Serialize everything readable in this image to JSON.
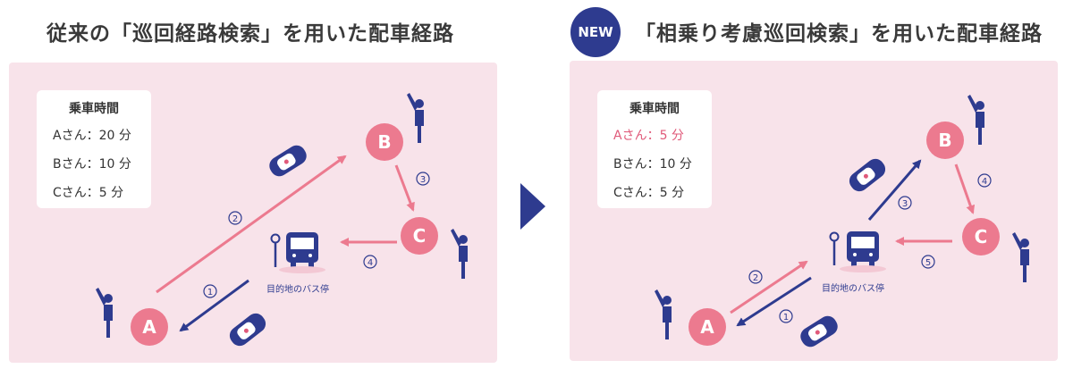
{
  "left": {
    "title": "従来の「巡回経路検索」を用いた配車経路",
    "legend_title": "乗車時間",
    "legend": [
      "Aさん：20 分",
      "Bさん：10 分",
      "Cさん：5 分"
    ],
    "stop_label": "目的地のバス停",
    "nodes": [
      "A",
      "B",
      "C"
    ],
    "steps": [
      "1",
      "2",
      "3",
      "4"
    ]
  },
  "right": {
    "badge": "NEW",
    "title": "「相乗り考慮巡回検索」を用いた配車経路",
    "legend_title": "乗車時間",
    "legend": [
      "Aさん：5 分",
      "Bさん：10 分",
      "Cさん：5 分"
    ],
    "stop_label": "目的地のバス停",
    "nodes": [
      "A",
      "B",
      "C"
    ],
    "steps": [
      "1",
      "2",
      "3",
      "4",
      "5"
    ]
  },
  "colors": {
    "panel": "#f8e3ea",
    "node": "#ec7a8f",
    "navy": "#2e3b8f",
    "pink_arrow": "#ec7a8f",
    "highlight": "#e05a7a"
  },
  "icons": [
    "person-icon",
    "car-icon",
    "bus-icon",
    "bus-stop-icon",
    "play-arrow-icon"
  ]
}
